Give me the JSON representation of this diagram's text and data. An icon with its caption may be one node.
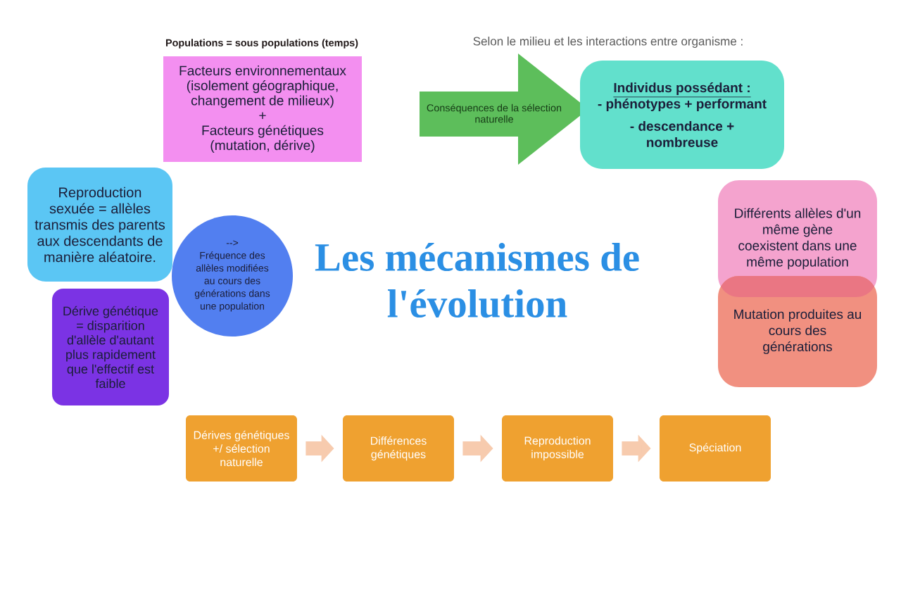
{
  "diagram": {
    "title": "Les mécanismes de l'évolution",
    "nodes": [
      {
        "text": [
          "Populations = sous populations (temps)",
          "Facteurs environnementaux (isolement géographique, changement de milieux)",
          "+",
          "Facteurs génétiques (mutation, dérive)"
        ]
      },
      {
        "text": [
          "Conséquences de la sélection naturelle"
        ]
      },
      {
        "text": [
          "Individus possédant :",
          "- phénotypes + performant",
          "- descendance + nombreuse"
        ]
      },
      {
        "text": [
          "Reproduction sexuée = allèles transmis des parents aux descendants de manière aléatoire."
        ]
      },
      {
        "text": [
          "Dérive génétique = disparition d'allèle d'autant plus rapidement que l'effectif est faible"
        ]
      },
      {
        "text": [
          "-->",
          "Fréquence des allèles modifiées au cours des générations dans une population"
        ]
      },
      {
        "text": [
          "Différents allèles d'un même gène coexistent dans une même population"
        ]
      },
      {
        "text": [
          "Mutation produites au cours des générations"
        ]
      },
      {
        "text": [
          "Dérives génétiques +/ sélection naturelle"
        ]
      },
      {
        "text": [
          "Différences génétiques"
        ]
      },
      {
        "text": [
          "Reproduction impossible"
        ]
      },
      {
        "text": [
          "Spéciation"
        ]
      }
    ],
    "edges": [
      {
        "from": 8,
        "to": 9,
        "arrow": "to"
      },
      {
        "from": 9,
        "to": 10,
        "arrow": "to"
      },
      {
        "from": 10,
        "to": 11,
        "arrow": "to"
      }
    ],
    "labels": [
      "Selon le milieu et les interactions entre organisme :"
    ]
  }
}
